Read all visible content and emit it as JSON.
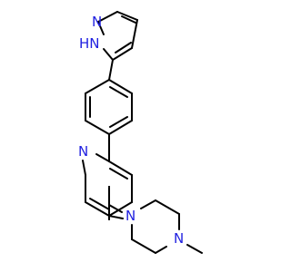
{
  "molecule": {
    "atoms": {
      "pyrazole_n2": "N",
      "pyrazole_n1h": "HN",
      "pyridine_n": "N",
      "piperazine_n1": "N",
      "piperazine_n4": "N"
    }
  },
  "colors": {
    "bond": "#000000",
    "nitrogen": "#1f1fe0",
    "background": "#ffffff"
  }
}
